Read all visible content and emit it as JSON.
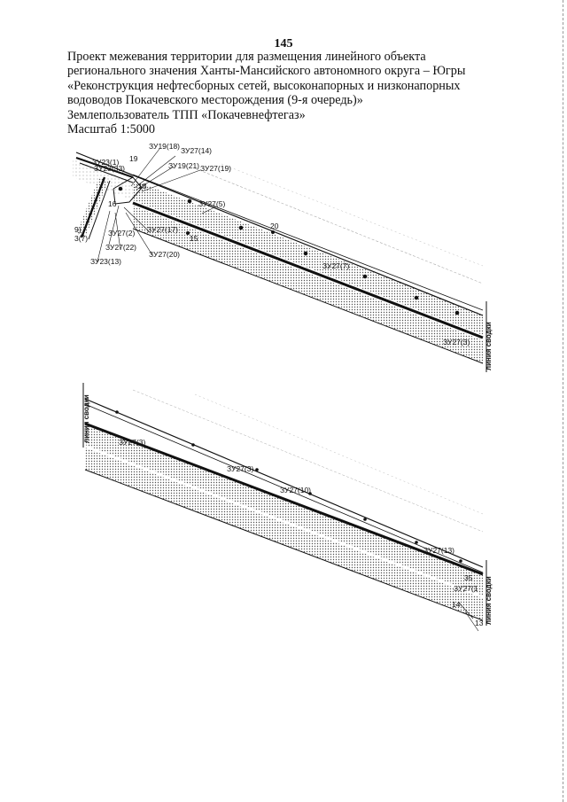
{
  "page_number": "145",
  "header": {
    "line1": "Проект межевания территории для размещения линейного объекта",
    "line2": "регионального значения Ханты-Мансийского автономного округа – Югры",
    "line3": "«Реконструкция нефтесборных сетей, высоконапорных и низконапорных",
    "line4": "водоводов Покачевского месторождения (9-я очередь)»",
    "land_user": "Землепользователь ТПП «Покачевнефтегаз»",
    "scale": "Масштаб 1:5000"
  },
  "map_top": {
    "labels": {
      "l1": "ЗУ19(18)",
      "l2": "ЗУ27(14)",
      "l3": "19",
      "l4": "ЗУ23(1)",
      "l5": "ЗУ23(33)",
      "l6": "ЗУ19(21)",
      "l7": "ЗУ27(19)",
      "l8": "18",
      "l9": "ЗУ27(5)",
      "l10": "16",
      "l11": "20",
      "l12": "ЗУ27(2)",
      "l13": "ЗУ27(17)",
      "l14": "15",
      "l15": "ЗУ27(22)",
      "l16": "ЗУ27(20)",
      "l17": "ЗУ23(13)",
      "l18": "9)",
      "l19": "3(7)",
      "l20": "ЗУ27(7)",
      "l21": "ЗУ27(3)"
    },
    "seam_label": "линия сводки"
  },
  "map_bottom": {
    "labels": {
      "l1": "ЗУ27(3)",
      "l2": "ЗУ27(3)",
      "l3": "ЗУ27(10)",
      "l4": "ЗУ27(13)",
      "l5": "35",
      "l6": "ЗУ27(1",
      "l7": "14",
      "l8": "13"
    },
    "seam_left": "линия сводки",
    "seam_right": "линия сводки"
  }
}
